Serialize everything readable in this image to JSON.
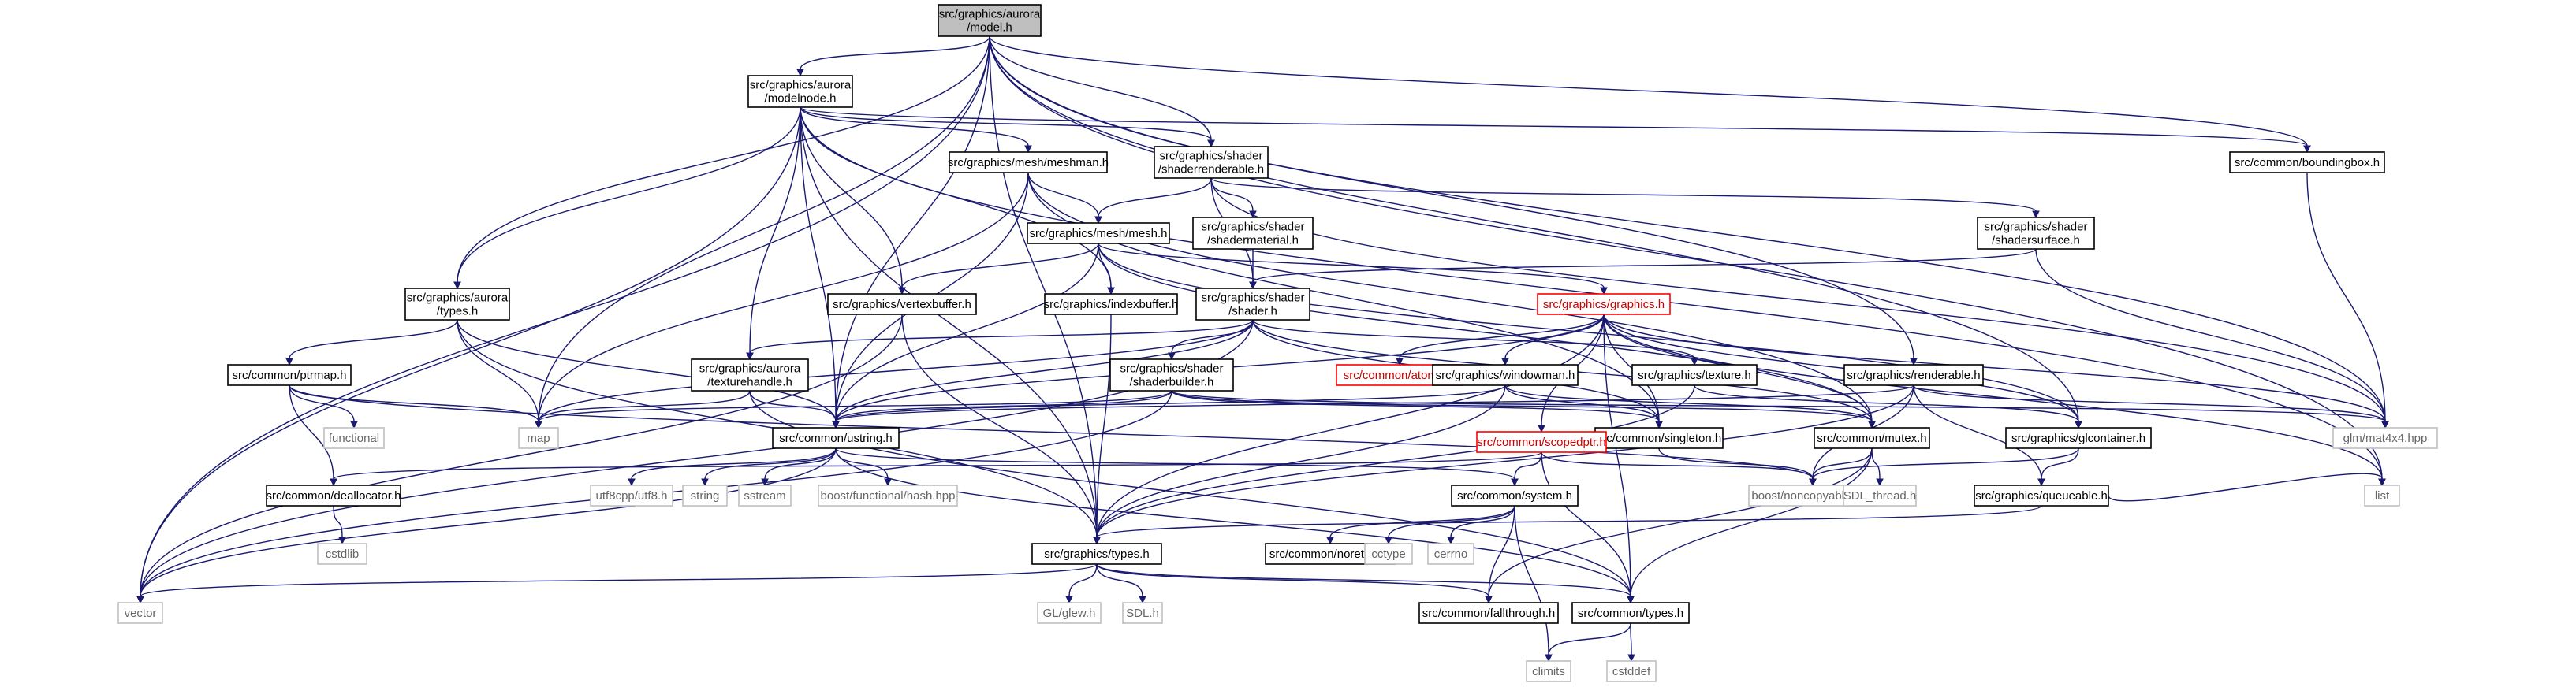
{
  "graph": {
    "colors": {
      "edge": "#191970",
      "node_border": "#000000",
      "root_fill": "#bfbfbf",
      "missing_border": "#ff0000",
      "external_border": "#bfbfbf",
      "external_text": "#666666"
    },
    "nodes": {
      "model_h": {
        "lines": [
          "src/graphics/aurora",
          "/model.h"
        ],
        "style": "root"
      },
      "modelnode_h": {
        "lines": [
          "src/graphics/aurora",
          "/modelnode.h"
        ],
        "style": "normal"
      },
      "shaderrenderable_h": {
        "lines": [
          "src/graphics/shader",
          "/shaderrenderable.h"
        ],
        "style": "normal"
      },
      "meshman_h": {
        "lines": [
          "src/graphics/mesh/meshman.h"
        ],
        "style": "normal"
      },
      "boundingbox_h": {
        "lines": [
          "src/common/boundingbox.h"
        ],
        "style": "normal"
      },
      "mesh_h": {
        "lines": [
          "src/graphics/mesh/mesh.h"
        ],
        "style": "normal"
      },
      "shadermaterial_h": {
        "lines": [
          "src/graphics/shader",
          "/shadermaterial.h"
        ],
        "style": "normal"
      },
      "shadersurface_h": {
        "lines": [
          "src/graphics/shader",
          "/shadersurface.h"
        ],
        "style": "normal"
      },
      "aurora_types_h": {
        "lines": [
          "src/graphics/aurora",
          "/types.h"
        ],
        "style": "normal"
      },
      "vertexbuffer_h": {
        "lines": [
          "src/graphics/vertexbuffer.h"
        ],
        "style": "normal"
      },
      "indexbuffer_h": {
        "lines": [
          "src/graphics/indexbuffer.h"
        ],
        "style": "normal"
      },
      "shader_h": {
        "lines": [
          "src/graphics/shader",
          "/shader.h"
        ],
        "style": "normal"
      },
      "graphics_h": {
        "lines": [
          "src/graphics/graphics.h"
        ],
        "style": "missing"
      },
      "ptrmap_h": {
        "lines": [
          "src/common/ptrmap.h"
        ],
        "style": "normal"
      },
      "texturehandle_h": {
        "lines": [
          "src/graphics/aurora",
          "/texturehandle.h"
        ],
        "style": "normal"
      },
      "shaderbuilder_h": {
        "lines": [
          "src/graphics/shader",
          "/shaderbuilder.h"
        ],
        "style": "normal"
      },
      "atomic_h": {
        "lines": [
          "src/common/atomic.h"
        ],
        "style": "missing"
      },
      "windowman_h": {
        "lines": [
          "src/graphics/windowman.h"
        ],
        "style": "normal"
      },
      "texture_h": {
        "lines": [
          "src/graphics/texture.h"
        ],
        "style": "normal"
      },
      "renderable_h": {
        "lines": [
          "src/graphics/renderable.h"
        ],
        "style": "normal"
      },
      "functional": {
        "lines": [
          "functional"
        ],
        "style": "external"
      },
      "map": {
        "lines": [
          "map"
        ],
        "style": "external"
      },
      "ustring_h": {
        "lines": [
          "src/common/ustring.h"
        ],
        "style": "normal"
      },
      "singleton_h": {
        "lines": [
          "src/common/singleton.h"
        ],
        "style": "normal"
      },
      "scopedptr_h": {
        "lines": [
          "src/common/scopedptr.h"
        ],
        "style": "missing"
      },
      "mutex_h": {
        "lines": [
          "src/common/mutex.h"
        ],
        "style": "normal"
      },
      "glcontainer_h": {
        "lines": [
          "src/graphics/glcontainer.h"
        ],
        "style": "normal"
      },
      "mat4x4_hpp": {
        "lines": [
          "glm/mat4x4.hpp"
        ],
        "style": "external"
      },
      "deallocator_h": {
        "lines": [
          "src/common/deallocator.h"
        ],
        "style": "normal"
      },
      "utf8cpp": {
        "lines": [
          "utf8cpp/utf8.h"
        ],
        "style": "external"
      },
      "string": {
        "lines": [
          "string"
        ],
        "style": "external"
      },
      "sstream": {
        "lines": [
          "sstream"
        ],
        "style": "external"
      },
      "hash_hpp": {
        "lines": [
          "boost/functional/hash.hpp"
        ],
        "style": "external"
      },
      "system_h": {
        "lines": [
          "src/common/system.h"
        ],
        "style": "normal"
      },
      "noncopyable": {
        "lines": [
          "boost/noncopyable.hpp"
        ],
        "style": "external"
      },
      "sdl_thread": {
        "lines": [
          "SDL_thread.h"
        ],
        "style": "external"
      },
      "queueable_h": {
        "lines": [
          "src/graphics/queueable.h"
        ],
        "style": "normal"
      },
      "list": {
        "lines": [
          "list"
        ],
        "style": "external"
      },
      "cstdlib": {
        "lines": [
          "cstdlib"
        ],
        "style": "external"
      },
      "graphics_types_h": {
        "lines": [
          "src/graphics/types.h"
        ],
        "style": "normal"
      },
      "noreturn_h": {
        "lines": [
          "src/common/noreturn.h"
        ],
        "style": "normal"
      },
      "cctype": {
        "lines": [
          "cctype"
        ],
        "style": "external"
      },
      "cerrno": {
        "lines": [
          "cerrno"
        ],
        "style": "external"
      },
      "vector": {
        "lines": [
          "vector"
        ],
        "style": "external"
      },
      "glew_h": {
        "lines": [
          "GL/glew.h"
        ],
        "style": "external"
      },
      "sdl_h": {
        "lines": [
          "SDL.h"
        ],
        "style": "external"
      },
      "fallthrough_h": {
        "lines": [
          "src/common/fallthrough.h"
        ],
        "style": "normal"
      },
      "common_types_h": {
        "lines": [
          "src/common/types.h"
        ],
        "style": "normal"
      },
      "climits": {
        "lines": [
          "climits"
        ],
        "style": "external"
      },
      "cstddef": {
        "lines": [
          "cstddef"
        ],
        "style": "external"
      }
    },
    "edges": [
      [
        "model_h",
        "modelnode_h"
      ],
      [
        "model_h",
        "shaderrenderable_h"
      ],
      [
        "model_h",
        "boundingbox_h"
      ],
      [
        "model_h",
        "aurora_types_h"
      ],
      [
        "model_h",
        "renderable_h"
      ],
      [
        "model_h",
        "map"
      ],
      [
        "model_h",
        "ustring_h"
      ],
      [
        "model_h",
        "glcontainer_h"
      ],
      [
        "model_h",
        "mat4x4_hpp"
      ],
      [
        "model_h",
        "list"
      ],
      [
        "model_h",
        "graphics_types_h"
      ],
      [
        "model_h",
        "vector"
      ],
      [
        "modelnode_h",
        "shaderrenderable_h"
      ],
      [
        "modelnode_h",
        "meshman_h"
      ],
      [
        "modelnode_h",
        "boundingbox_h"
      ],
      [
        "modelnode_h",
        "aurora_types_h"
      ],
      [
        "modelnode_h",
        "vertexbuffer_h"
      ],
      [
        "modelnode_h",
        "indexbuffer_h"
      ],
      [
        "modelnode_h",
        "texturehandle_h"
      ],
      [
        "modelnode_h",
        "ustring_h"
      ],
      [
        "modelnode_h",
        "list"
      ],
      [
        "modelnode_h",
        "graphics_types_h"
      ],
      [
        "modelnode_h",
        "vector"
      ],
      [
        "shaderrenderable_h",
        "mesh_h"
      ],
      [
        "shaderrenderable_h",
        "shadermaterial_h"
      ],
      [
        "shaderrenderable_h",
        "shadersurface_h"
      ],
      [
        "shaderrenderable_h",
        "shader_h"
      ],
      [
        "shaderrenderable_h",
        "mat4x4_hpp"
      ],
      [
        "meshman_h",
        "mesh_h"
      ],
      [
        "meshman_h",
        "map"
      ],
      [
        "meshman_h",
        "ustring_h"
      ],
      [
        "meshman_h",
        "singleton_h"
      ],
      [
        "meshman_h",
        "mutex_h"
      ],
      [
        "boundingbox_h",
        "mat4x4_hpp"
      ],
      [
        "mesh_h",
        "vertexbuffer_h"
      ],
      [
        "mesh_h",
        "indexbuffer_h"
      ],
      [
        "mesh_h",
        "graphics_h"
      ],
      [
        "mesh_h",
        "ustring_h"
      ],
      [
        "mesh_h",
        "glcontainer_h"
      ],
      [
        "mesh_h",
        "mutex_h"
      ],
      [
        "shadermaterial_h",
        "shader_h"
      ],
      [
        "shadersurface_h",
        "shader_h"
      ],
      [
        "shadersurface_h",
        "mat4x4_hpp"
      ],
      [
        "aurora_types_h",
        "ptrmap_h"
      ],
      [
        "aurora_types_h",
        "map"
      ],
      [
        "aurora_types_h",
        "ustring_h"
      ],
      [
        "aurora_types_h",
        "graphics_types_h"
      ],
      [
        "vertexbuffer_h",
        "graphics_types_h"
      ],
      [
        "vertexbuffer_h",
        "vector"
      ],
      [
        "indexbuffer_h",
        "graphics_types_h"
      ],
      [
        "shader_h",
        "texturehandle_h"
      ],
      [
        "shader_h",
        "shaderbuilder_h"
      ],
      [
        "shader_h",
        "texture_h"
      ],
      [
        "shader_h",
        "map"
      ],
      [
        "shader_h",
        "ustring_h"
      ],
      [
        "shader_h",
        "singleton_h"
      ],
      [
        "shader_h",
        "mutex_h"
      ],
      [
        "shader_h",
        "vector"
      ],
      [
        "graphics_h",
        "atomic_h"
      ],
      [
        "graphics_h",
        "windowman_h"
      ],
      [
        "graphics_h",
        "ustring_h"
      ],
      [
        "graphics_h",
        "singleton_h"
      ],
      [
        "graphics_h",
        "scopedptr_h"
      ],
      [
        "graphics_h",
        "mutex_h"
      ],
      [
        "graphics_h",
        "glcontainer_h"
      ],
      [
        "graphics_h",
        "mat4x4_hpp"
      ],
      [
        "graphics_h",
        "list"
      ],
      [
        "graphics_h",
        "graphics_types_h"
      ],
      [
        "graphics_h",
        "common_types_h"
      ],
      [
        "ptrmap_h",
        "functional"
      ],
      [
        "ptrmap_h",
        "map"
      ],
      [
        "ptrmap_h",
        "deallocator_h"
      ],
      [
        "ptrmap_h",
        "noncopyable"
      ],
      [
        "texturehandle_h",
        "map"
      ],
      [
        "texturehandle_h",
        "ustring_h"
      ],
      [
        "texturehandle_h",
        "common_types_h"
      ],
      [
        "shaderbuilder_h",
        "map"
      ],
      [
        "shaderbuilder_h",
        "ustring_h"
      ],
      [
        "shaderbuilder_h",
        "singleton_h"
      ],
      [
        "shaderbuilder_h",
        "mutex_h"
      ],
      [
        "shaderbuilder_h",
        "mat4x4_hpp"
      ],
      [
        "shaderbuilder_h",
        "vector"
      ],
      [
        "windowman_h",
        "ustring_h"
      ],
      [
        "windowman_h",
        "singleton_h"
      ],
      [
        "windowman_h",
        "mutex_h"
      ],
      [
        "windowman_h",
        "graphics_types_h"
      ],
      [
        "texture_h",
        "graphics_types_h"
      ],
      [
        "texture_h",
        "glcontainer_h"
      ],
      [
        "renderable_h",
        "ustring_h"
      ],
      [
        "renderable_h",
        "queueable_h"
      ],
      [
        "renderable_h",
        "mat4x4_hpp"
      ],
      [
        "renderable_h",
        "graphics_types_h"
      ],
      [
        "renderable_h",
        "noncopyable"
      ],
      [
        "ustring_h",
        "utf8cpp"
      ],
      [
        "ustring_h",
        "string"
      ],
      [
        "ustring_h",
        "sstream"
      ],
      [
        "ustring_h",
        "hash_hpp"
      ],
      [
        "ustring_h",
        "system_h"
      ],
      [
        "ustring_h",
        "common_types_h"
      ],
      [
        "ustring_h",
        "vector"
      ],
      [
        "singleton_h",
        "noncopyable"
      ],
      [
        "scopedptr_h",
        "deallocator_h"
      ],
      [
        "scopedptr_h",
        "system_h"
      ],
      [
        "scopedptr_h",
        "noncopyable"
      ],
      [
        "scopedptr_h",
        "common_types_h"
      ],
      [
        "mutex_h",
        "noncopyable"
      ],
      [
        "mutex_h",
        "sdl_thread"
      ],
      [
        "mutex_h",
        "fallthrough_h"
      ],
      [
        "mutex_h",
        "common_types_h"
      ],
      [
        "glcontainer_h",
        "queueable_h"
      ],
      [
        "glcontainer_h",
        "noncopyable"
      ],
      [
        "deallocator_h",
        "cstdlib"
      ],
      [
        "system_h",
        "noreturn_h"
      ],
      [
        "system_h",
        "cctype"
      ],
      [
        "system_h",
        "cerrno"
      ],
      [
        "system_h",
        "climits"
      ],
      [
        "system_h",
        "fallthrough_h"
      ],
      [
        "queueable_h",
        "list"
      ],
      [
        "queueable_h",
        "graphics_types_h"
      ],
      [
        "graphics_types_h",
        "vector"
      ],
      [
        "graphics_types_h",
        "glew_h"
      ],
      [
        "graphics_types_h",
        "sdl_h"
      ],
      [
        "graphics_types_h",
        "fallthrough_h"
      ],
      [
        "graphics_types_h",
        "common_types_h"
      ],
      [
        "common_types_h",
        "climits"
      ],
      [
        "common_types_h",
        "cstddef"
      ]
    ]
  }
}
